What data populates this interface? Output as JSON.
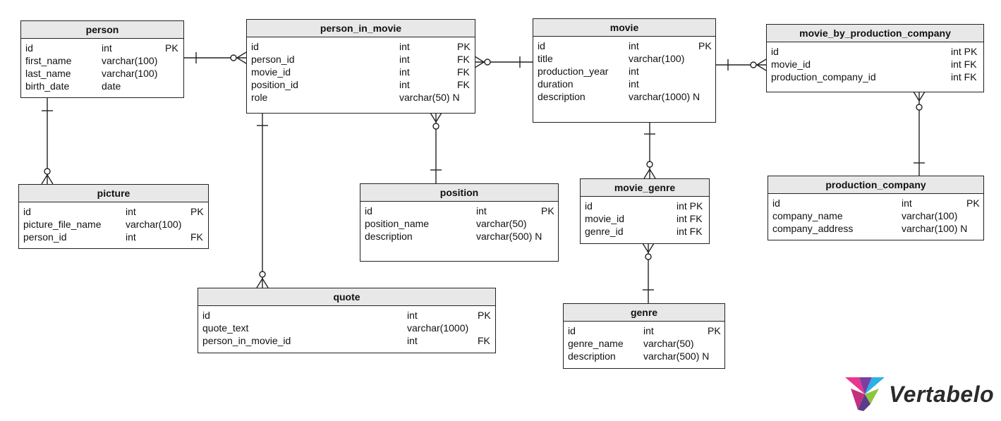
{
  "tables": {
    "person": {
      "title": "person",
      "rows": [
        {
          "name": "id",
          "type": "int",
          "key": "PK"
        },
        {
          "name": "first_name",
          "type": "varchar(100)",
          "key": ""
        },
        {
          "name": "last_name",
          "type": "varchar(100)",
          "key": ""
        },
        {
          "name": "birth_date",
          "type": "date",
          "key": ""
        }
      ]
    },
    "person_in_movie": {
      "title": "person_in_movie",
      "rows": [
        {
          "name": "id",
          "type": "int",
          "key": "PK"
        },
        {
          "name": "person_id",
          "type": "int",
          "key": "FK"
        },
        {
          "name": "movie_id",
          "type": "int",
          "key": "FK"
        },
        {
          "name": "position_id",
          "type": "int",
          "key": "FK"
        },
        {
          "name": "role",
          "type": "varchar(50) N",
          "key": ""
        }
      ]
    },
    "movie": {
      "title": "movie",
      "rows": [
        {
          "name": "id",
          "type": "int",
          "key": "PK"
        },
        {
          "name": "title",
          "type": "varchar(100)",
          "key": ""
        },
        {
          "name": "production_year",
          "type": "int",
          "key": ""
        },
        {
          "name": "duration",
          "type": "int",
          "key": ""
        },
        {
          "name": "description",
          "type": "varchar(1000) N",
          "key": ""
        }
      ]
    },
    "movie_by_production_company": {
      "title": "movie_by_production_company",
      "rows": [
        {
          "name": "id",
          "type": "int PK",
          "key": ""
        },
        {
          "name": "movie_id",
          "type": "int FK",
          "key": ""
        },
        {
          "name": "production_company_id",
          "type": "int FK",
          "key": ""
        }
      ]
    },
    "picture": {
      "title": "picture",
      "rows": [
        {
          "name": "id",
          "type": "int",
          "key": "PK"
        },
        {
          "name": "picture_file_name",
          "type": "varchar(100)",
          "key": ""
        },
        {
          "name": "person_id",
          "type": "int",
          "key": "FK"
        }
      ]
    },
    "position": {
      "title": "position",
      "rows": [
        {
          "name": "id",
          "type": "int",
          "key": "PK"
        },
        {
          "name": "position_name",
          "type": "varchar(50)",
          "key": ""
        },
        {
          "name": "description",
          "type": "varchar(500) N",
          "key": ""
        }
      ]
    },
    "movie_genre": {
      "title": "movie_genre",
      "rows": [
        {
          "name": "id",
          "type": "int PK",
          "key": ""
        },
        {
          "name": "movie_id",
          "type": "int FK",
          "key": ""
        },
        {
          "name": "genre_id",
          "type": "int FK",
          "key": ""
        }
      ]
    },
    "production_company": {
      "title": "production_company",
      "rows": [
        {
          "name": "id",
          "type": "int",
          "key": "PK"
        },
        {
          "name": "company_name",
          "type": "varchar(100)",
          "key": ""
        },
        {
          "name": "company_address",
          "type": "varchar(100) N",
          "key": ""
        }
      ]
    },
    "quote": {
      "title": "quote",
      "rows": [
        {
          "name": "id",
          "type": "int",
          "key": "PK"
        },
        {
          "name": "quote_text",
          "type": "varchar(1000)",
          "key": ""
        },
        {
          "name": "person_in_movie_id",
          "type": "int",
          "key": "FK"
        }
      ]
    },
    "genre": {
      "title": "genre",
      "rows": [
        {
          "name": "id",
          "type": "int",
          "key": "PK"
        },
        {
          "name": "genre_name",
          "type": "varchar(50)",
          "key": ""
        },
        {
          "name": "description",
          "type": "varchar(500) N",
          "key": ""
        }
      ]
    }
  },
  "logo": {
    "text": "Vertabelo",
    "colors": [
      "#e8368f",
      "#7b3fa0",
      "#2bb1e6",
      "#8cc63f"
    ]
  }
}
